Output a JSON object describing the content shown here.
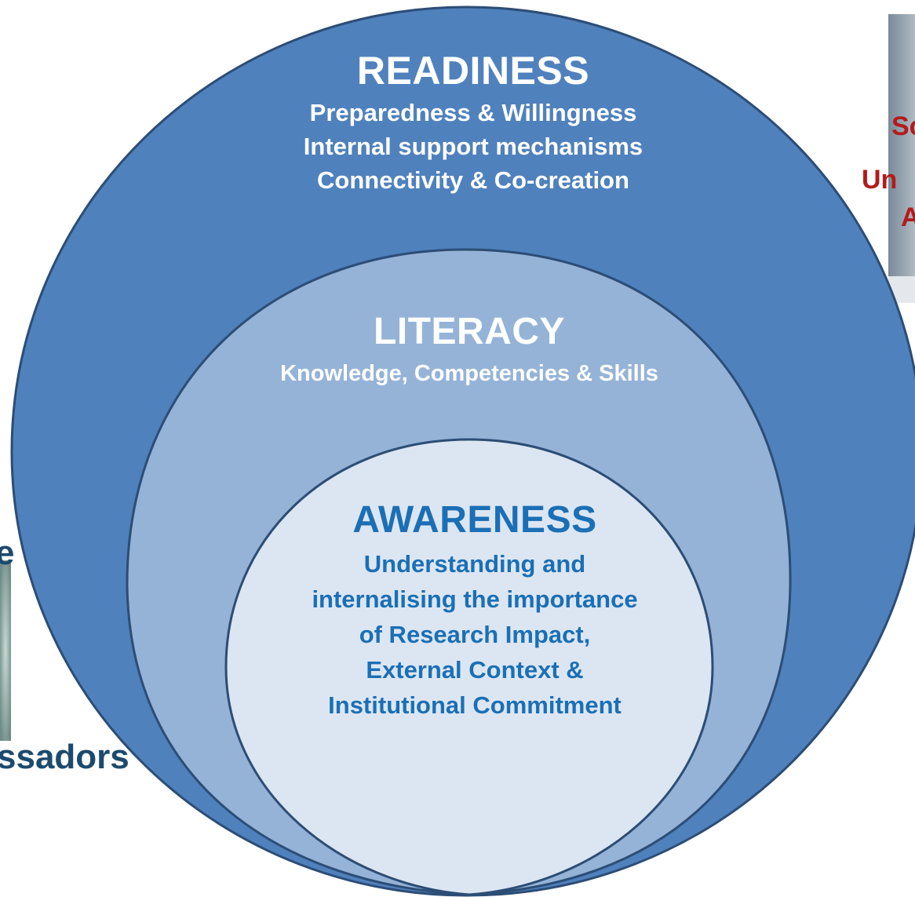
{
  "rings": [
    {
      "title": "READINESS",
      "lines": [
        "Preparedness & Willingness",
        "Internal support mechanisms",
        "Connectivity & Co-creation"
      ]
    },
    {
      "title": "LITERACY",
      "lines": [
        "Knowledge, Competencies & Skills"
      ]
    },
    {
      "title": "AWARENESS",
      "lines": [
        "Understanding and",
        "internalising the importance",
        "of Research Impact,",
        "External Context &",
        "Institutional Commitment"
      ]
    }
  ],
  "colors": {
    "outer_ring": "#4f81bd",
    "middle_ring": "#95b3d7",
    "inner_ring": "#dce6f2",
    "ring_stroke": "#2c4d75",
    "awareness_text": "#1b6fb5",
    "fragment_red": "#b31b1b",
    "fragment_dark": "#1c4a6e"
  },
  "clipped_fragments": {
    "right": [
      "Sc",
      "Un",
      "A"
    ],
    "left": [
      "e",
      "ssadors"
    ]
  }
}
